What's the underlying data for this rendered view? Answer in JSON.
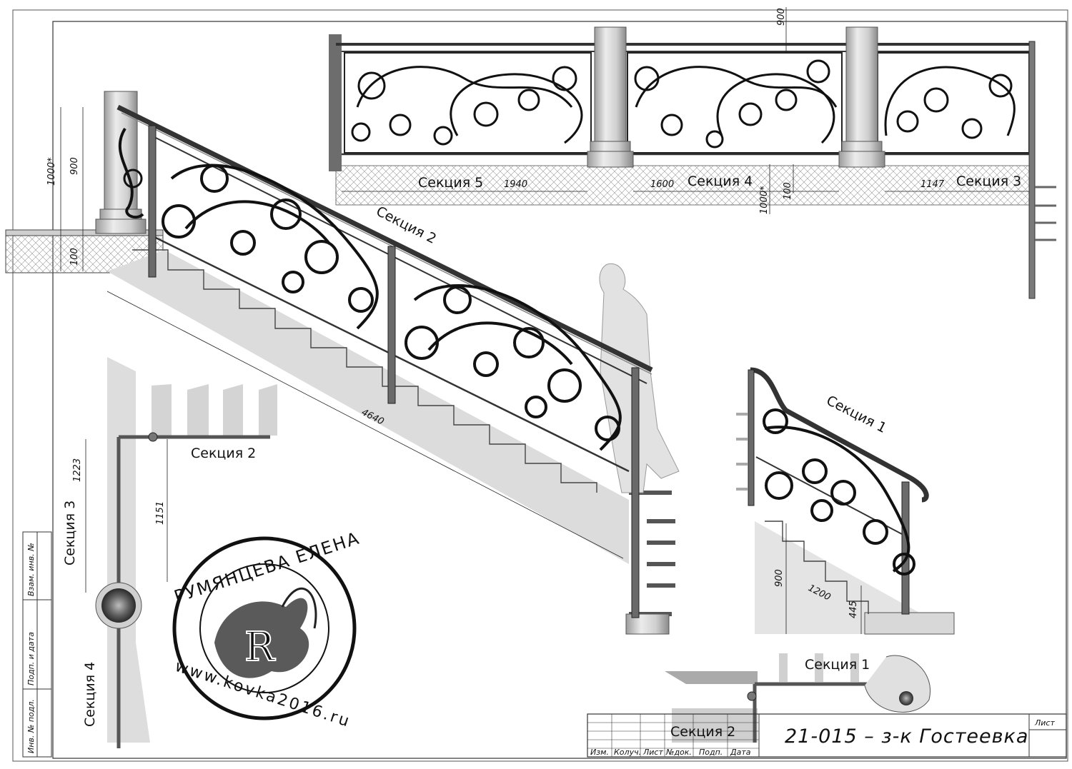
{
  "drawing": {
    "title": "21-015 – з-к Гостеевка",
    "sheet_label": "Лист"
  },
  "sections": {
    "s1_a": "Секция 1",
    "s1_b": "Секция 1",
    "s2_a": "Секция 2",
    "s2_b": "Секция 2",
    "s2_c": "Секция 2",
    "s3_a": "Секция 3",
    "s3_b": "Секция 3",
    "s4_a": "Секция 4",
    "s4_b": "Секция 4",
    "s5": "Секция 5"
  },
  "dimensions": {
    "top_900": "900",
    "top_1940": "1940",
    "top_1600": "1600",
    "top_1147": "1147",
    "top_100": "100",
    "top_1000": "1000*",
    "left_1000": "1000*",
    "left_900": "900",
    "left_100": "100",
    "stair_4640": "4640",
    "plan_1223": "1223",
    "plan_1151": "1151",
    "s1_900": "900",
    "s1_1200": "1200",
    "s1_445": "445"
  },
  "stamp": {
    "name": "РУМЯНЦЕВА ЕЛЕНА",
    "site": "www.kovka2016.ru",
    "letter": "R"
  },
  "title_block": {
    "izm": "Изм.",
    "kol": "Колуч.",
    "list": "Лист",
    "doc": "№док.",
    "podp": "Подп.",
    "date": "Дата"
  },
  "side_block": {
    "inv_podl": "Инв. № подл.",
    "podp_date": "Подп. и дата",
    "vzam": "Взам. инв. №"
  }
}
